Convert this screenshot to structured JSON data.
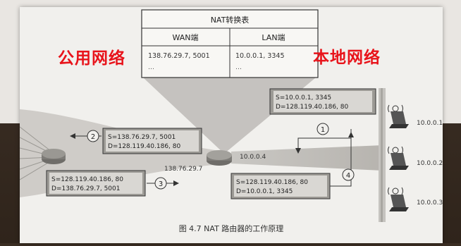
{
  "table": {
    "title": "NAT转换表",
    "col_wan": "WAN端",
    "col_lan": "LAN端",
    "wan_value": "138.76.29.7, 5001",
    "lan_value": "10.0.0.1, 3345",
    "wan_more": "…",
    "lan_more": "…"
  },
  "labels": {
    "public_network": "公用网络",
    "local_network": "本地网络"
  },
  "packets": {
    "p1": {
      "src": "S=10.0.0.1, 3345",
      "dst": "D=128.119.40.186, 80"
    },
    "p2": {
      "src": "S=138.76.29.7, 5001",
      "dst": "D=128.119.40.186, 80"
    },
    "p3": {
      "src": "S=128.119.40.186, 80",
      "dst": "D=138.76.29.7, 5001"
    },
    "p4": {
      "src": "S=128.119.40.186, 80",
      "dst": "D=10.0.0.1, 3345"
    }
  },
  "steps": [
    "1",
    "2",
    "3",
    "4"
  ],
  "router": {
    "wan_ip": "138.76.29.7",
    "lan_ip": "10.0.0.4"
  },
  "hosts": [
    "10.0.0.1",
    "10.0.0.2",
    "10.0.0.3"
  ],
  "caption": "图 4.7  NAT 路由器的工作原理"
}
